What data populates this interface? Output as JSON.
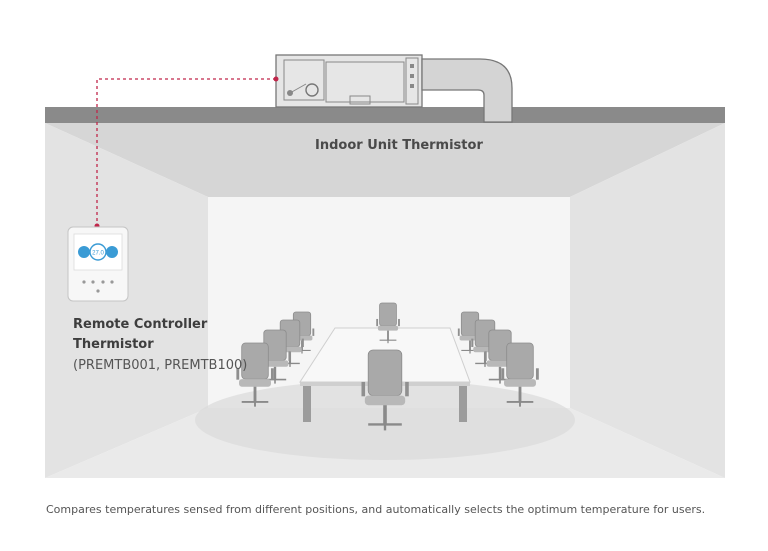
{
  "labels": {
    "indoor_unit": "Indoor Unit Thermistor",
    "remote_line1": "Remote Controller",
    "remote_line2": "Thermistor",
    "remote_models": "(PREMTB001, PREMTB100)"
  },
  "remote_display": {
    "center_readout": "27.0"
  },
  "caption": "Compares temperatures sensed from different positions, and automatically selects the optimum temperature for users.",
  "colors": {
    "ceiling_band": "#888888",
    "room_wall": "#dcdcdc",
    "back_wall": "#f4f4f4",
    "dashed_connector": "#c0264a",
    "duct": "#cfcfcf"
  }
}
